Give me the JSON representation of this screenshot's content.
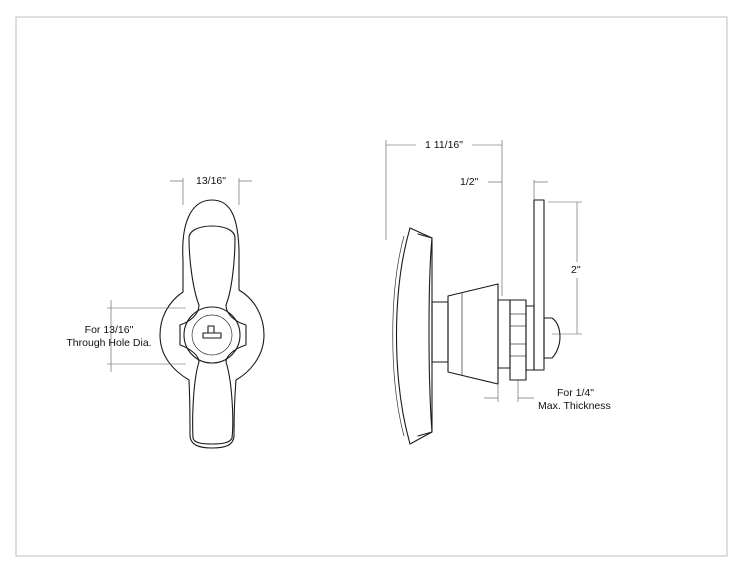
{
  "drawing": {
    "front_view": {
      "width_dim": "13/16\"",
      "hole_note_line1": "For 13/16\"",
      "hole_note_line2": "Through Hole Dia."
    },
    "side_view": {
      "overall_dim": "1 11/16\"",
      "shank_dim": "1/2\"",
      "cam_dim": "2\"",
      "thickness_note_line1": "For 1/4\"",
      "thickness_note_line2": "Max. Thickness"
    }
  }
}
